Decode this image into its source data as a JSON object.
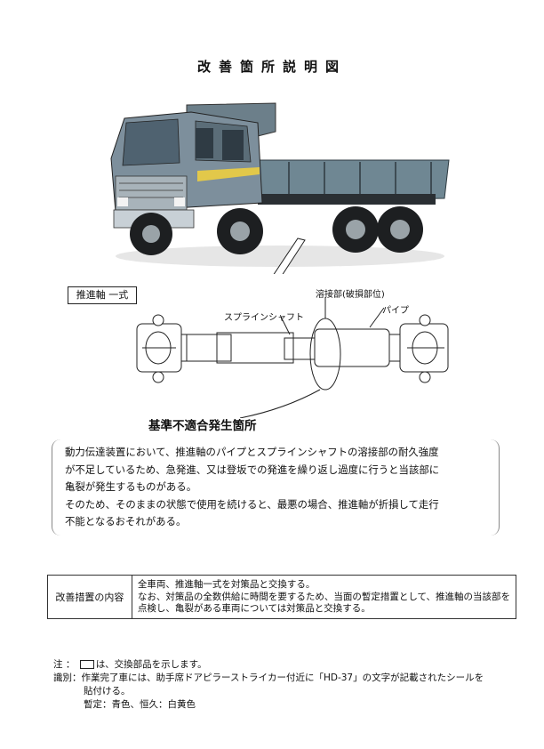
{
  "title": "改善箇所説明図",
  "part_label": "推進軸 一式",
  "labels": {
    "weld": "溶接部(破損部位)",
    "spline": "スプラインシャフト",
    "pipe": "パイプ",
    "defect": "基準不適合発生箇所"
  },
  "description": [
    "動力伝達装置において、推進軸のパイプとスプラインシャフトの溶接部の耐久強度",
    "が不足しているため、急発進、又は登坂での発進を繰り返し過度に行うと当該部に",
    "亀裂が発生するものがある。",
    "そのため、そのままの状態で使用を続けると、最悪の場合、推進軸が折損して走行",
    "不能となるおそれがある。"
  ],
  "measures": {
    "heading": "改善措置の内容",
    "lines": [
      "全車両、推進軸一式を対策品と交換する。",
      "なお、対策品の全数供給に時間を要するため、当面の暫定措置として、推進軸の当該部を",
      "点検し、亀裂がある車両については対策品と交換する。"
    ]
  },
  "notes": {
    "note_prefix": "注 ：",
    "note_text": "は、交換部品を示します。",
    "id_prefix": "識別：",
    "id_line1": "作業完了車には、助手席ドアピラーストライカー付近に「HD-37」の文字が記載されたシールを",
    "id_line2": "貼付ける。",
    "id_line3": "暫定：青色、恒久：白黄色"
  }
}
